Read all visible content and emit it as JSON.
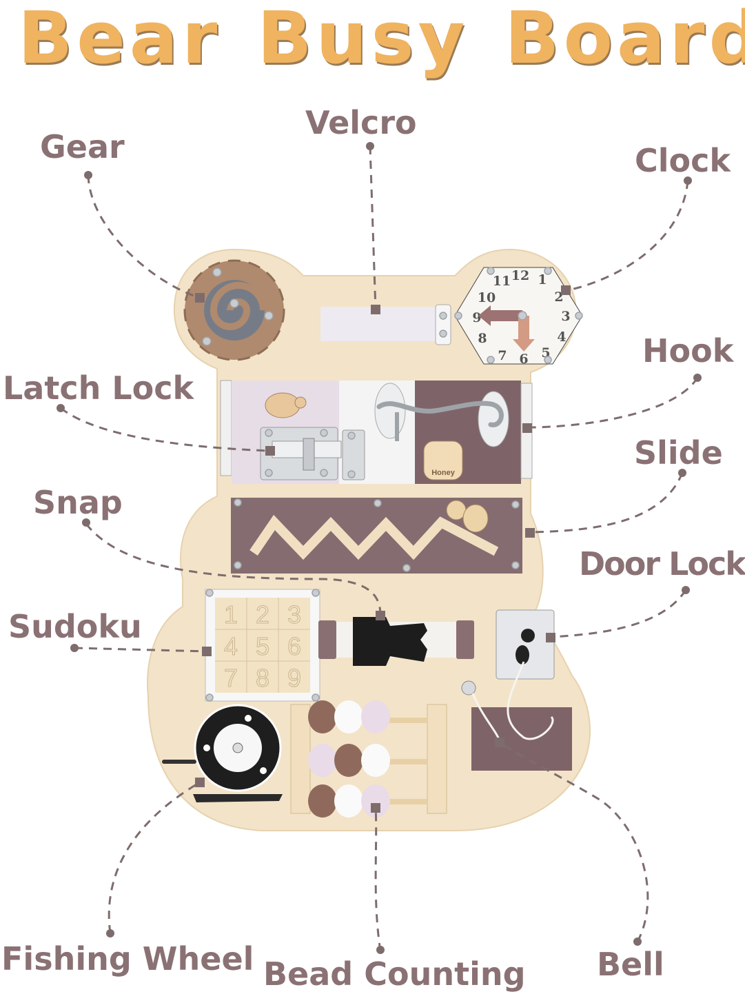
{
  "title": {
    "words": [
      "Bear",
      "Busy",
      "Board"
    ]
  },
  "colors": {
    "title": "#f0b35f",
    "label": "#8a7174",
    "board": "#f2e2c6",
    "accent_purple": "#7e6468",
    "lavender": "#e7dde7"
  },
  "features": [
    {
      "id": "gear",
      "label": "Gear"
    },
    {
      "id": "velcro",
      "label": "Velcro"
    },
    {
      "id": "clock",
      "label": "Clock"
    },
    {
      "id": "hook",
      "label": "Hook"
    },
    {
      "id": "latch-lock",
      "label": "Latch Lock"
    },
    {
      "id": "slide",
      "label": "Slide"
    },
    {
      "id": "snap",
      "label": "Snap"
    },
    {
      "id": "door-lock",
      "label": "Door Lock"
    },
    {
      "id": "sudoku",
      "label": "Sudoku"
    },
    {
      "id": "fishing-wheel",
      "label": "Fishing Wheel"
    },
    {
      "id": "bead-counting",
      "label": "Bead Counting"
    },
    {
      "id": "bell",
      "label": "Bell"
    }
  ],
  "clock": {
    "numbers": [
      "12",
      "1",
      "2",
      "3",
      "4",
      "5",
      "6",
      "7",
      "8",
      "9",
      "10",
      "11"
    ]
  },
  "sudoku": {
    "numbers": [
      "1",
      "2",
      "3",
      "4",
      "5",
      "6",
      "7",
      "8",
      "9"
    ]
  },
  "honey": {
    "label": "Honey"
  }
}
